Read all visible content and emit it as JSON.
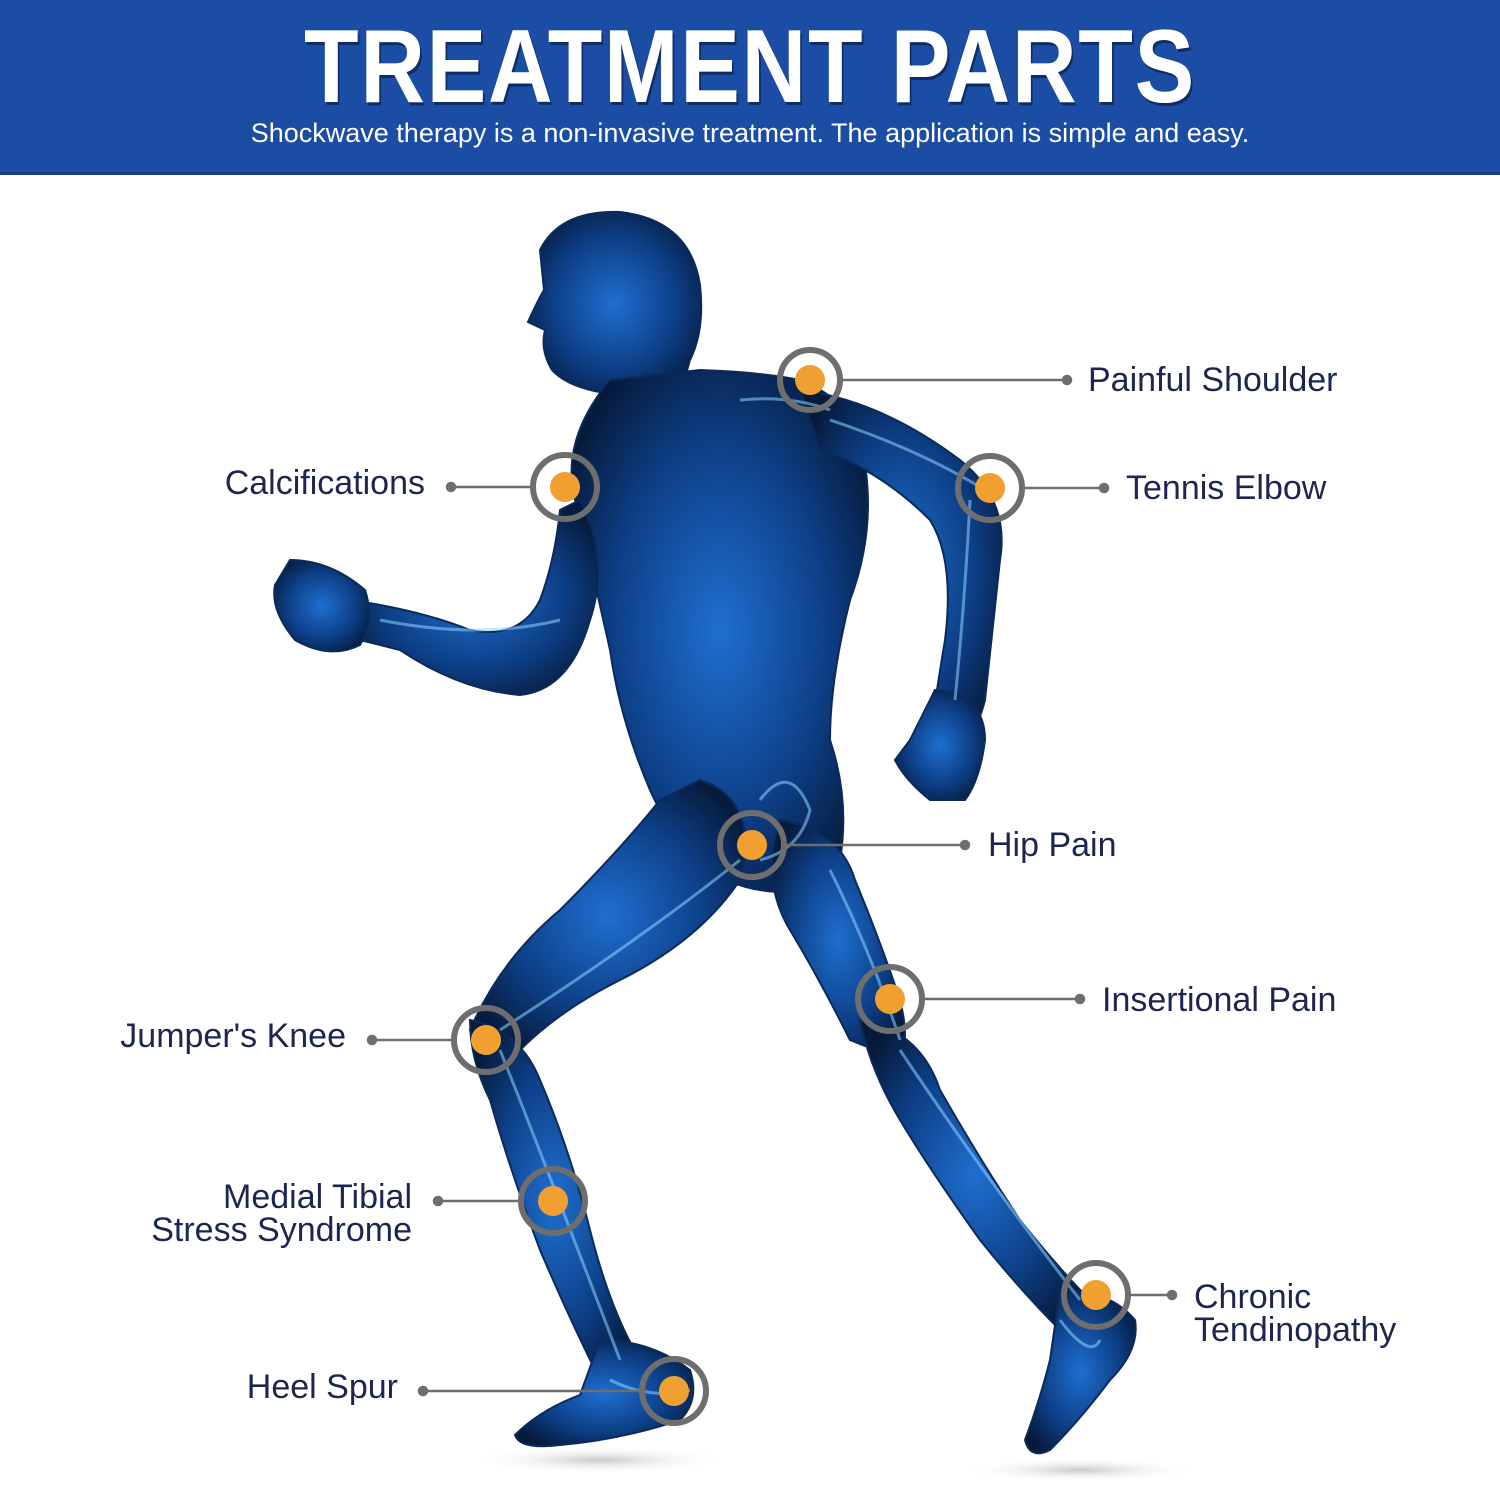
{
  "header": {
    "title": "TREATMENT PARTS",
    "subtitle": "Shockwave therapy is a non-invasive treatment. The application is simple and easy.",
    "background_color": "#1a4da3"
  },
  "figure": {
    "description": "X-ray style running man silhouette with highlighted joints",
    "marker_color": "#f0a030",
    "ring_color": "#6e6e6e",
    "body_color": "#0d3f86"
  },
  "treatment_points": [
    {
      "id": "painful-shoulder",
      "label": "Painful Shoulder",
      "side": "right"
    },
    {
      "id": "calcifications",
      "label": "Calcifications",
      "side": "left"
    },
    {
      "id": "tennis-elbow",
      "label": "Tennis Elbow",
      "side": "right"
    },
    {
      "id": "hip-pain",
      "label": "Hip Pain",
      "side": "right"
    },
    {
      "id": "insertional-pain",
      "label": "Insertional Pain",
      "side": "right"
    },
    {
      "id": "jumpers-knee",
      "label": "Jumper's Knee",
      "side": "left"
    },
    {
      "id": "medial-tibial",
      "label_line1": "Medial Tibial",
      "label_line2": "Stress Syndrome",
      "side": "left"
    },
    {
      "id": "chronic-tendinopathy",
      "label_line1": "Chronic",
      "label_line2": "Tendinopathy",
      "side": "right"
    },
    {
      "id": "heel-spur",
      "label": "Heel Spur",
      "side": "left"
    }
  ]
}
